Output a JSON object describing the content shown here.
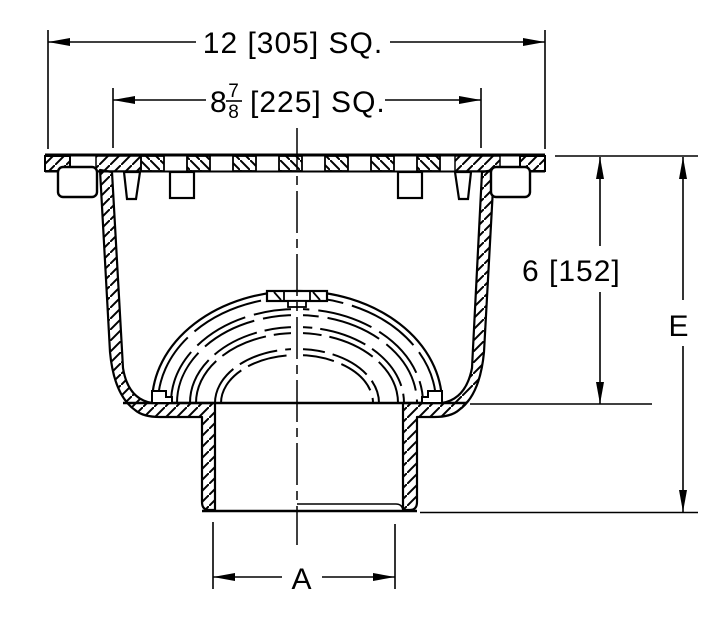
{
  "drawing": {
    "labels": {
      "dim_top": "12 [305] SQ.",
      "dim_grate_whole": "8",
      "dim_grate_numerator": "7",
      "dim_grate_denominator": "8",
      "dim_grate_rest": "[225] SQ.",
      "dim_depth": "6 [152]",
      "dim_height": "E",
      "dim_outlet": "A"
    },
    "colors": {
      "line": "#000000",
      "background": "#ffffff"
    }
  }
}
